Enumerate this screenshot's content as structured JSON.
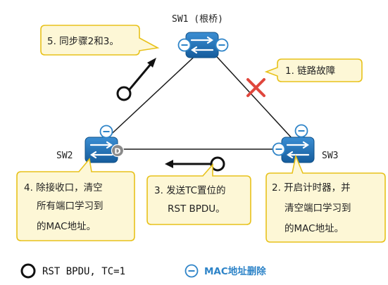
{
  "switches": {
    "sw1": {
      "label": "SW1 (根桥)"
    },
    "sw2": {
      "label": "SW2",
      "port_badge": "D"
    },
    "sw3": {
      "label": "SW3"
    }
  },
  "notes": {
    "step1": {
      "lines": [
        "1. 链路故障"
      ]
    },
    "step2": {
      "lines": [
        "2. 开启计时器，并",
        "清空端口学习到",
        "的MAC地址。"
      ]
    },
    "step3": {
      "lines": [
        "3. 发送TC置位的",
        "RST BPDU。"
      ]
    },
    "step4": {
      "lines": [
        "4. 除接收口，清空",
        "所有端口学习到",
        "的MAC地址。"
      ]
    },
    "step5": {
      "lines": [
        "5. 同步骤2和3。"
      ]
    }
  },
  "legend": {
    "bpdu_label": "RST BPDU, TC=1",
    "mac_label": "MAC地址删除",
    "mac_symbol": "−"
  },
  "colors": {
    "switch_blue": "#1f6fb3",
    "link": "#1a1a1a",
    "failure": "#e0463c",
    "note_fill": "#fdf7d6",
    "note_border": "#e8c21b",
    "mac_blue": "#2e84c8"
  }
}
